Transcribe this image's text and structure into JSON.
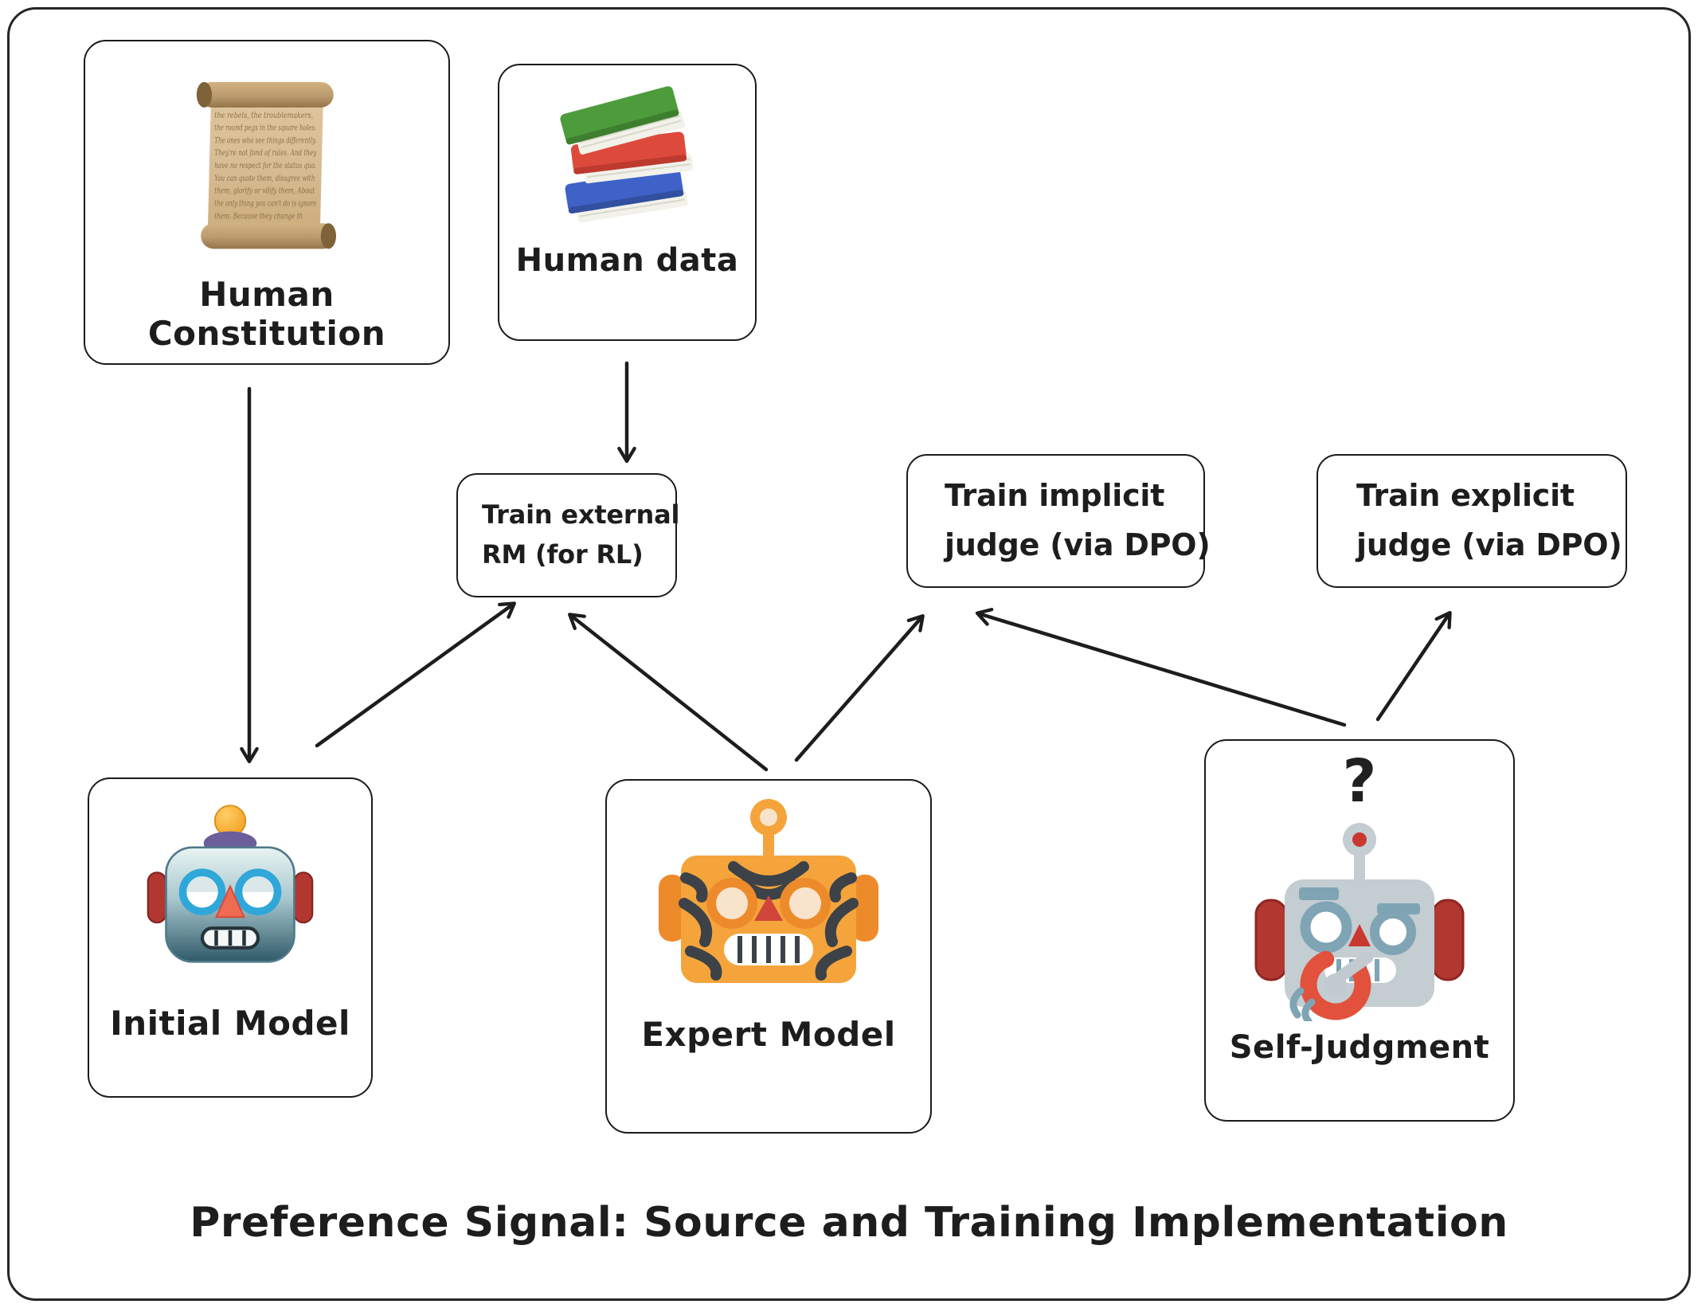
{
  "diagram": {
    "title": "Preference Signal: Source and Training Implementation"
  },
  "nodes": {
    "human_constitution": {
      "label": "Human Constitution",
      "icon": "scroll-icon",
      "scroll_lines": [
        "the rebels, the troublemakers,",
        "the round pegs in the square holes.",
        "The ones who see things differently.",
        "They're not fond of rules. And they",
        "have no respect for the status quo.",
        "You can quote them, disagree with",
        "them, glorify or vilify them, About",
        "the only thing you can't do is ignore",
        "them. Because they change th"
      ]
    },
    "human_data": {
      "label": "Human data",
      "icon": "books-icon"
    },
    "train_external_rm": {
      "line1": "Train external",
      "line2": "RM (for RL)"
    },
    "train_implicit_judge": {
      "line1": "Train implicit",
      "line2": "judge (via DPO)"
    },
    "train_explicit_judge": {
      "line1": "Train explicit",
      "line2": "judge (via DPO)"
    },
    "initial_model": {
      "label": "Initial Model",
      "icon": "robot-icon"
    },
    "expert_model": {
      "label": "Expert Model",
      "icon": "tiger-robot-icon"
    },
    "self_judgment": {
      "label": "Self-Judgment",
      "icon": "magnifier-robot-icon",
      "question_mark": "?"
    }
  },
  "arrows": [
    {
      "from": "human_data",
      "to": "train_external_rm"
    },
    {
      "from": "human_constitution",
      "to": "initial_model"
    },
    {
      "from": "initial_model",
      "to": "train_external_rm"
    },
    {
      "from": "expert_model",
      "to": "train_external_rm"
    },
    {
      "from": "expert_model",
      "to": "train_implicit_judge"
    },
    {
      "from": "self_judgment",
      "to": "train_implicit_judge"
    },
    {
      "from": "self_judgment",
      "to": "train_explicit_judge"
    }
  ],
  "colors": {
    "ink": "#1d1d1d",
    "background": "#ffffff",
    "expert_orange": "#F5A43C",
    "expert_dark_orange": "#ED8B2B",
    "expert_stripe": "#3C4247",
    "self_gray": "#C3CDD2",
    "self_accent": "#7FA4B4",
    "self_ear_red": "#B23730",
    "magnifier_red": "#E2513C",
    "scroll_tan": "#D8BC93",
    "book_green": "#4D9C3C",
    "book_red": "#DD4A3C",
    "book_blue": "#3F62C9"
  }
}
